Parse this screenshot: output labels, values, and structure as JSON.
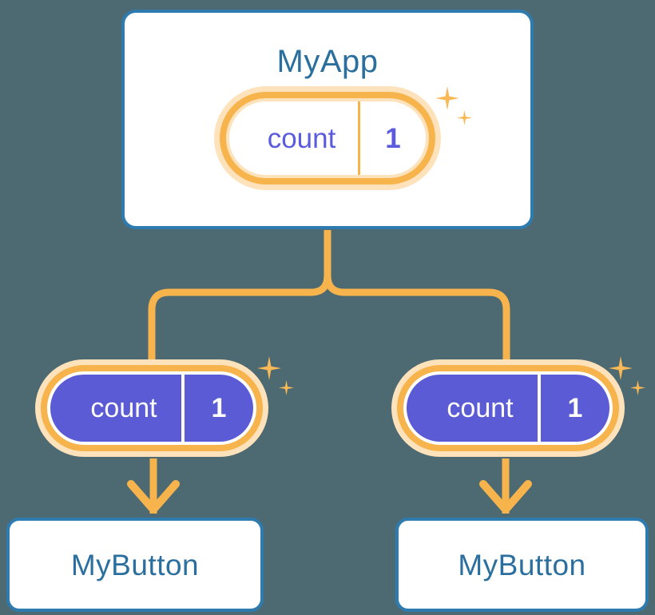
{
  "diagram": {
    "title": "MyApp",
    "background_color": "#4d6a72",
    "accent_orange": "#f8b44c",
    "accent_orange_soft": "#fde2bb",
    "accent_blue": "#2e7bb0",
    "accent_purple": "#5b5bd6",
    "text_blue": "#2b6f9e",
    "text_purple": "#5b5be0"
  },
  "app": {
    "label": "MyApp",
    "state": {
      "key": "count",
      "value": "1"
    }
  },
  "children": [
    {
      "label": "MyButton",
      "state": {
        "key": "count",
        "value": "1"
      }
    },
    {
      "label": "MyButton",
      "state": {
        "key": "count",
        "value": "1"
      }
    }
  ],
  "icons": {
    "sparkle_big": "sparkle-icon",
    "sparkle_small": "sparkle-small-icon",
    "arrow_down": "arrow-down-icon"
  }
}
